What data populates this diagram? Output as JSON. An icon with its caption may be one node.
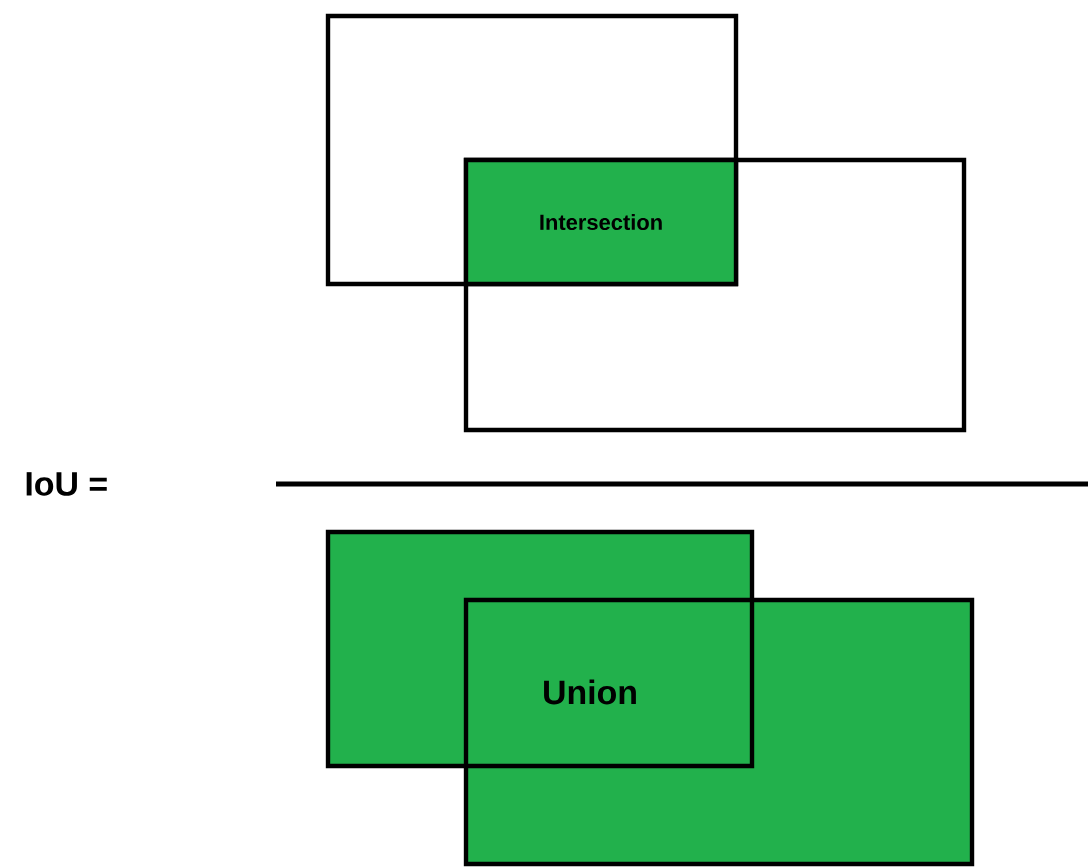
{
  "diagram": {
    "nodes": [
      {
        "text": [
          "Intersection"
        ]
      },
      {
        "text": [
          "Union"
        ]
      }
    ],
    "labels": [
      "IoU ="
    ]
  }
}
